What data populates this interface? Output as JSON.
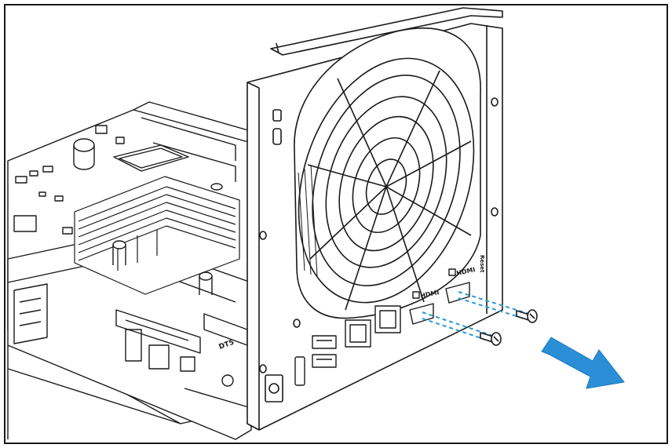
{
  "figure": {
    "port_labels": {
      "hdmi_left": "HDMI",
      "hdmi_right": "HDMI",
      "reset": "Reset",
      "board_marking": "DT5"
    },
    "colors": {
      "line": "#1a1a1a",
      "arrow": "#2a8fd6",
      "guide": "#2a9ad8",
      "background": "#ffffff"
    },
    "icons": [
      "screw-icon",
      "direction-arrow-icon",
      "fan-grille",
      "motherboard"
    ]
  }
}
